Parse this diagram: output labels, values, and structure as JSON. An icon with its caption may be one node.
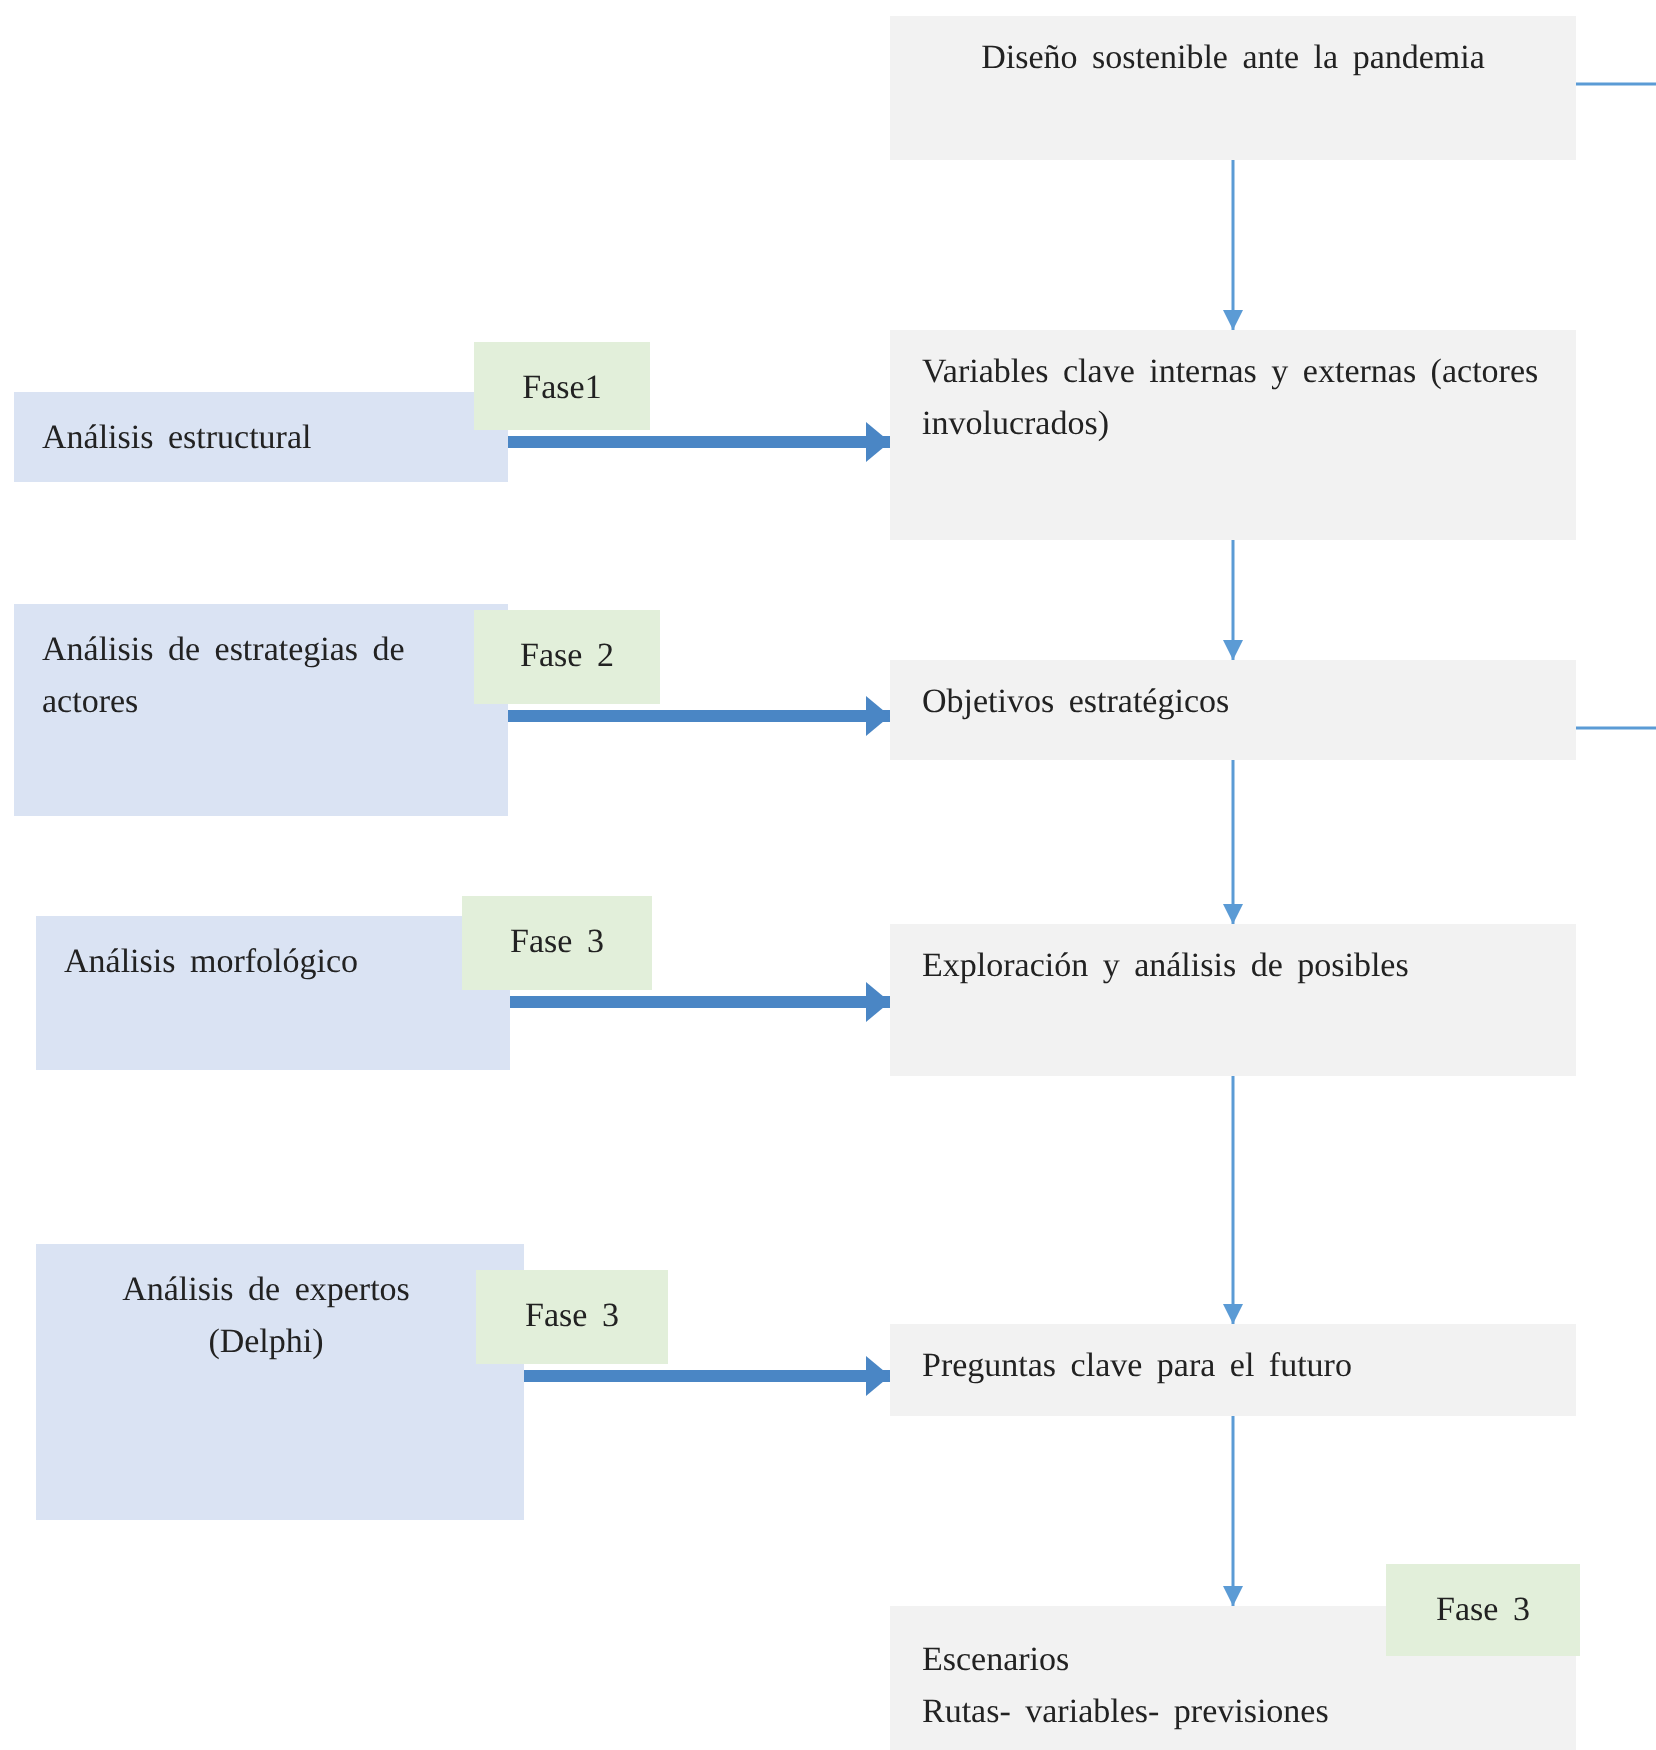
{
  "diagram": {
    "nodes": [
      {
        "text": [
          "Diseño sostenible ante la pandemia"
        ]
      },
      {
        "text": [
          "Análisis estructural"
        ]
      },
      {
        "text": [
          "Fase1"
        ]
      },
      {
        "text": [
          "Variables clave internas y externas (actores involucrados)"
        ]
      },
      {
        "text": [
          "Análisis de estrategias de actores"
        ]
      },
      {
        "text": [
          "Fase 2"
        ]
      },
      {
        "text": [
          "Objetivos estratégicos"
        ]
      },
      {
        "text": [
          "Análisis morfológico"
        ]
      },
      {
        "text": [
          "Fase 3"
        ]
      },
      {
        "text": [
          "Exploración y análisis de posibles"
        ]
      },
      {
        "text": [
          "Análisis de expertos (Delphi)"
        ]
      },
      {
        "text": [
          "Fase 3"
        ]
      },
      {
        "text": [
          "Preguntas clave para el futuro"
        ]
      },
      {
        "text": [
          "Fase 3"
        ]
      },
      {
        "text": [
          "Escenarios",
          "Rutas- variables- previsiones"
        ]
      }
    ],
    "edges": [
      {
        "from": 0,
        "to": null,
        "arrow": "none"
      },
      {
        "from": 0,
        "to": 3,
        "arrow": "to"
      },
      {
        "from": 1,
        "to": 3,
        "arrow": "to",
        "style": "thick"
      },
      {
        "from": 3,
        "to": 6,
        "arrow": "to"
      },
      {
        "from": 4,
        "to": 6,
        "arrow": "to",
        "style": "thick"
      },
      {
        "from": 6,
        "to": null,
        "arrow": "none"
      },
      {
        "from": 6,
        "to": 9,
        "arrow": "to"
      },
      {
        "from": 7,
        "to": 9,
        "arrow": "to",
        "style": "thick"
      },
      {
        "from": 9,
        "to": 12,
        "arrow": "to"
      },
      {
        "from": 10,
        "to": 12,
        "arrow": "to",
        "style": "thick"
      },
      {
        "from": 12,
        "to": 14,
        "arrow": "to"
      }
    ]
  }
}
